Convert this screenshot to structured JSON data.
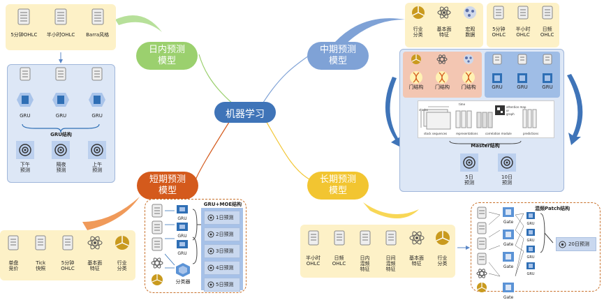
{
  "center": {
    "label": "机器学习"
  },
  "branches": {
    "intraday": {
      "title": "日内预测\n模型",
      "color": "#9bd06e"
    },
    "mid": {
      "title": "中期预测\n模型",
      "color": "#7fa2d6"
    },
    "short": {
      "title": "短期预测\n模型",
      "color": "#d45a1c"
    },
    "long": {
      "title": "长期预测\n模型",
      "color": "#f2c531"
    }
  },
  "intraday": {
    "inputs": [
      "5分钟OHLC",
      "半小时OHLC",
      "Barra风格"
    ],
    "gru_label": "GRU",
    "gru_struct": "GRU结构",
    "outputs": [
      "下午\n预测",
      "隔夜\n预测",
      "上午\n预测"
    ]
  },
  "mid": {
    "inputs_a": [
      "行业\n分类",
      "基本面\n特征",
      "宏观\n数据"
    ],
    "inputs_b": [
      "5分钟\nOHLC",
      "半小时\nOHLC",
      "日频\nOHLC"
    ],
    "gate_label": "门结构",
    "gru_label": "GRU",
    "master_struct": "Master结构",
    "outputs": [
      "5日\n预测",
      "10日\n预测"
    ],
    "fig_labels": [
      "stocks",
      "time",
      "stock sequences",
      "representations",
      "correlation module",
      "predictions",
      "attention map\nor\ngraph"
    ]
  },
  "short": {
    "inputs": [
      "单盘\n竞价",
      "Tick\n快照",
      "5分钟\nOHLC",
      "基本面\n特征",
      "行业\n分类"
    ],
    "struct_title": "GRU+MOE结构",
    "gru_label": "GRU",
    "classifier": "分类器",
    "preds": [
      "1日预测",
      "2日预测",
      "3日预测",
      "4日预测",
      "5日预测"
    ]
  },
  "long": {
    "inputs": [
      "半小时\nOHLC",
      "日频\nOHLC",
      "日内\n混频\n特征",
      "日间\n混频\n特征",
      "基本面\n特征",
      "行业\n分类"
    ],
    "struct_title": "混频Patch结构",
    "gate_label": "Gate",
    "gru_label": "GRU",
    "pred": "20日预测"
  },
  "colors": {
    "doc": "#888888",
    "gru": "#2f6fb5",
    "target": "#333333"
  }
}
